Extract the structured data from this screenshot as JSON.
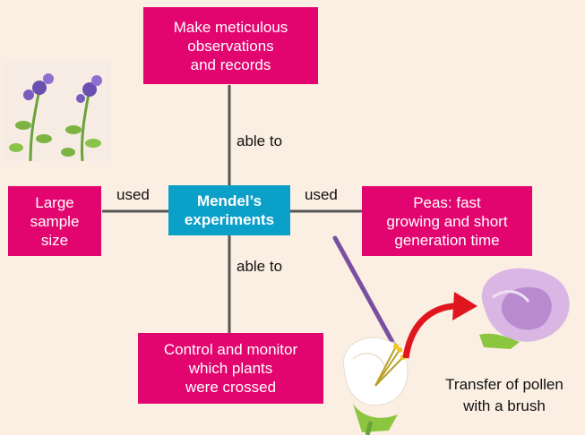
{
  "center": {
    "label": "Mendel’s\nexperiments",
    "color": "#0ba0c8"
  },
  "nodes": {
    "top": "Make meticulous\nobservations\nand records",
    "left": "Large\nsample\nsize",
    "right": "Peas: fast\ngrowing and short\ngeneration time",
    "bottom": "Control and monitor\nwhich plants\nwere crossed"
  },
  "edges": {
    "top": "able to",
    "bottom": "able to",
    "left": "used",
    "right": "used"
  },
  "caption": "Transfer of pollen\nwith a brush",
  "colors": {
    "node": "#e3056f",
    "background": "#fbeee2",
    "line": "#555555",
    "arrow": "#e0161e"
  },
  "illustrations": [
    "pea-plant-image",
    "paintbrush-icon",
    "white-flower-image",
    "purple-flower-image",
    "transfer-arrow-icon"
  ]
}
